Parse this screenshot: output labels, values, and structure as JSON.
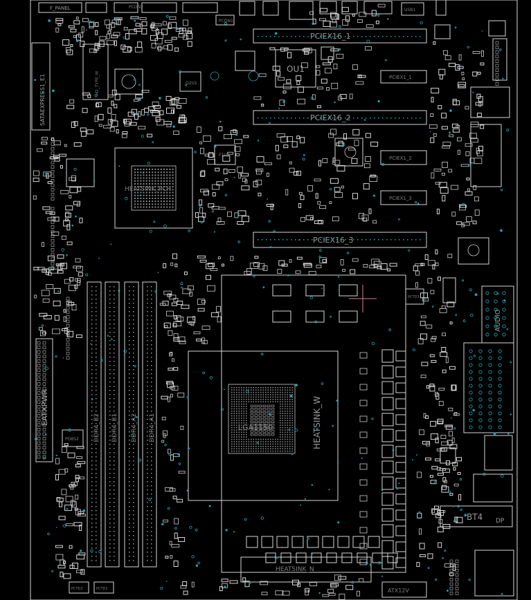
{
  "labels": {
    "f_panel": "F_PANEL",
    "pcon1": "PCON1",
    "pcon2": "PCON2",
    "usb1": "USB1",
    "sataexpress": "SATAEXPRESS1_E1",
    "m2": "M2_TYPE_M",
    "pciex16_1": "PCIEX16_1",
    "pciex16_2": "PCIEX16_2",
    "pciex16_3": "PCIEX16_3",
    "pciex1_1": "PCIEX1_1",
    "pciex1_2": "PCIEX1_2",
    "pciex1_3": "PCIEX1_3",
    "ou1": "OU1",
    "o2u1": "O2U1",
    "heatsink_pch": "HEATSINK_PCH",
    "f1u1": "F1U1",
    "eatxpwr": "EATXPWR",
    "pdbs2": "PDBS2",
    "dimm_a1": "DDR4_A1",
    "dimm_a2": "DDR4_A2",
    "dimm_b1": "DDR4_B1",
    "dimm_b2": "DDR4_B2",
    "lga": "LGA1150",
    "heatsink_w": "HEATSINK_W",
    "heatsink_n": "HEATSINK_N",
    "audio": "AUDIO",
    "bt4": "BT4",
    "dp": "DP",
    "atx12v": "ATX12V",
    "pctd1": "PCTD1",
    "pctd2": "PCTD2",
    "pctd3": "PCTD3"
  },
  "colors": {
    "background": "#000000",
    "silkscreen": "#d8d8d8",
    "via": "#1aa6b8",
    "crosshair": "#d9838f"
  }
}
